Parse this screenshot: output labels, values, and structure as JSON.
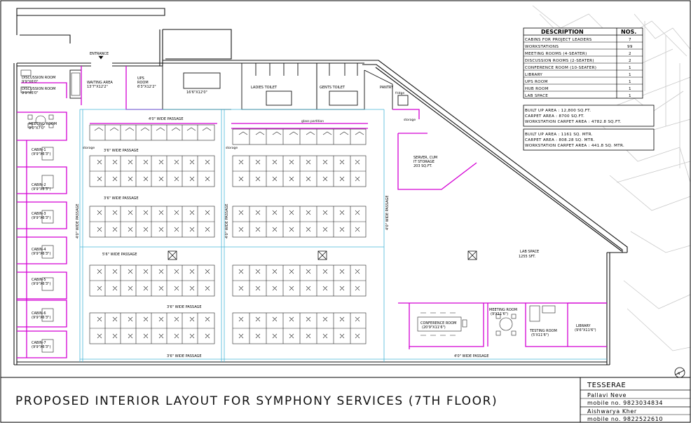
{
  "colors": {
    "wall": "#111111",
    "partition": "#d400d4",
    "passage": "#49b6d8",
    "furniture": "#222222"
  },
  "plan": {
    "entrance": "ENTRANCE",
    "rooms": {
      "discussion_room_1": [
        "DISCUSSION ROOM",
        "9'9\"X6'0\""
      ],
      "discussion_room_2": [
        "DISCUSSION ROOM",
        "9'9\"X6'0\""
      ],
      "waiting_area": [
        "WAITING AREA",
        "13'7\"X12'2\""
      ],
      "ups_room": [
        "UPS",
        "ROOM",
        "6'3\"X12'2\""
      ],
      "hub_room": [
        "16'6\"X12'0\""
      ],
      "ladies_toilet": [
        "LADIES TOILET"
      ],
      "gents_toilet": [
        "GENTS TOILET"
      ],
      "pantry": [
        "PANTRY"
      ],
      "meeting_room_left": [
        "MEETING ROOM",
        "9'0\"X7'0\""
      ],
      "cabin_1": [
        "CABIN-1",
        "(9'9\"X6'3\")"
      ],
      "cabin_2": [
        "CABIN-2",
        "(9'9\"X6'3\")"
      ],
      "cabin_3": [
        "CABIN-3",
        "(9'9\"X6'3\")"
      ],
      "cabin_4": [
        "CABIN-4",
        "(9'9\"X6'3\")"
      ],
      "cabin_5": [
        "CABIN-5",
        "(9'9\"X6'3\")"
      ],
      "cabin_6": [
        "CABIN-6",
        "(9'9\"X6'3\")"
      ],
      "cabin_7": [
        "CABIN-7",
        "(9'9\"X6'3\")"
      ],
      "server": [
        "SERVER, CUM",
        "IT STORAGE",
        "203 SQ.FT."
      ],
      "lab_space": [
        "LAB SPACE",
        "1255 SFT."
      ],
      "conference_room": [
        "CONFERENCE ROOM",
        "(20'9\"X11'6\")"
      ],
      "meeting_room_right": [
        "MEETING ROOM",
        "(9'X11'6\")"
      ],
      "testing_room": [
        "TESTING ROOM",
        "(5'X11'6\")"
      ],
      "library": [
        "LIBRARY",
        "(9'6\"X11'6\")"
      ]
    },
    "passages": {
      "p_top": "4'0\" WIDE PASSAGE",
      "p_row2_left": "3'6\" WIDE PASSAGE",
      "p_row3_left": "3'6\" WIDE PASSAGE",
      "p_row4_left": "5'6\" WIDE PASSAGE",
      "p_row5_left": "3'6\" WIDE PASSAGE",
      "p_bottom_left": "3'6\" WIDE PASSAGE",
      "p_bottom_right": "4'0\" WIDE PASSAGE",
      "p_vert_left": "4'0\" WIDE PASSAGE",
      "p_vert_mid": "4'0\" WIDE PASSAGE",
      "p_vert_right": "4'0\" WIDE PASSAGE",
      "storage_1": "storage",
      "storage_2": "storage",
      "storage_3": "storage",
      "glass_partition": "glass partition",
      "fridge": "fridge"
    }
  },
  "table": {
    "headers": [
      "DESCRIPTION",
      "NOS."
    ],
    "rows": [
      [
        "CABINS FOR PROJECT LEADERS",
        "7"
      ],
      [
        "WORKSTATIONS",
        "99"
      ],
      [
        "MEETING ROOMS (4-SEATER)",
        "2"
      ],
      [
        "DISCUSSION ROOMS (2-SEATER)",
        "2"
      ],
      [
        "CONFERENCE ROOM (10-SEATER)",
        "1"
      ],
      [
        "LIBRARY",
        "1"
      ],
      [
        "UPS ROOM",
        "1"
      ],
      [
        "HUB ROOM",
        "1"
      ],
      [
        "LAB SPACE",
        "1"
      ]
    ]
  },
  "areas_sqft": [
    "BUILT UP AREA : 12,800 SQ.FT.",
    "CARPET AREA : 8700 SQ.FT.",
    "WORKSTATION CARPET AREA : 4782.8 SQ.FT."
  ],
  "areas_sqm": [
    "BUILT UP AREA : 1161 SQ. MTR.",
    "CARPET AREA : 808.28 SQ. MTR.",
    "WORKSTATION CARPET AREA : 441.8 SQ. MTR."
  ],
  "title": "PROPOSED INTERIOR LAYOUT FOR SYMPHONY SERVICES (7TH FLOOR)",
  "title_block": {
    "company": "TESSERAE",
    "lines": [
      "Pallavi Neve",
      "mobile no. 9823034834",
      "Aishwarya Kher",
      "mobile no. 9822522610"
    ]
  },
  "north_mark": "N"
}
